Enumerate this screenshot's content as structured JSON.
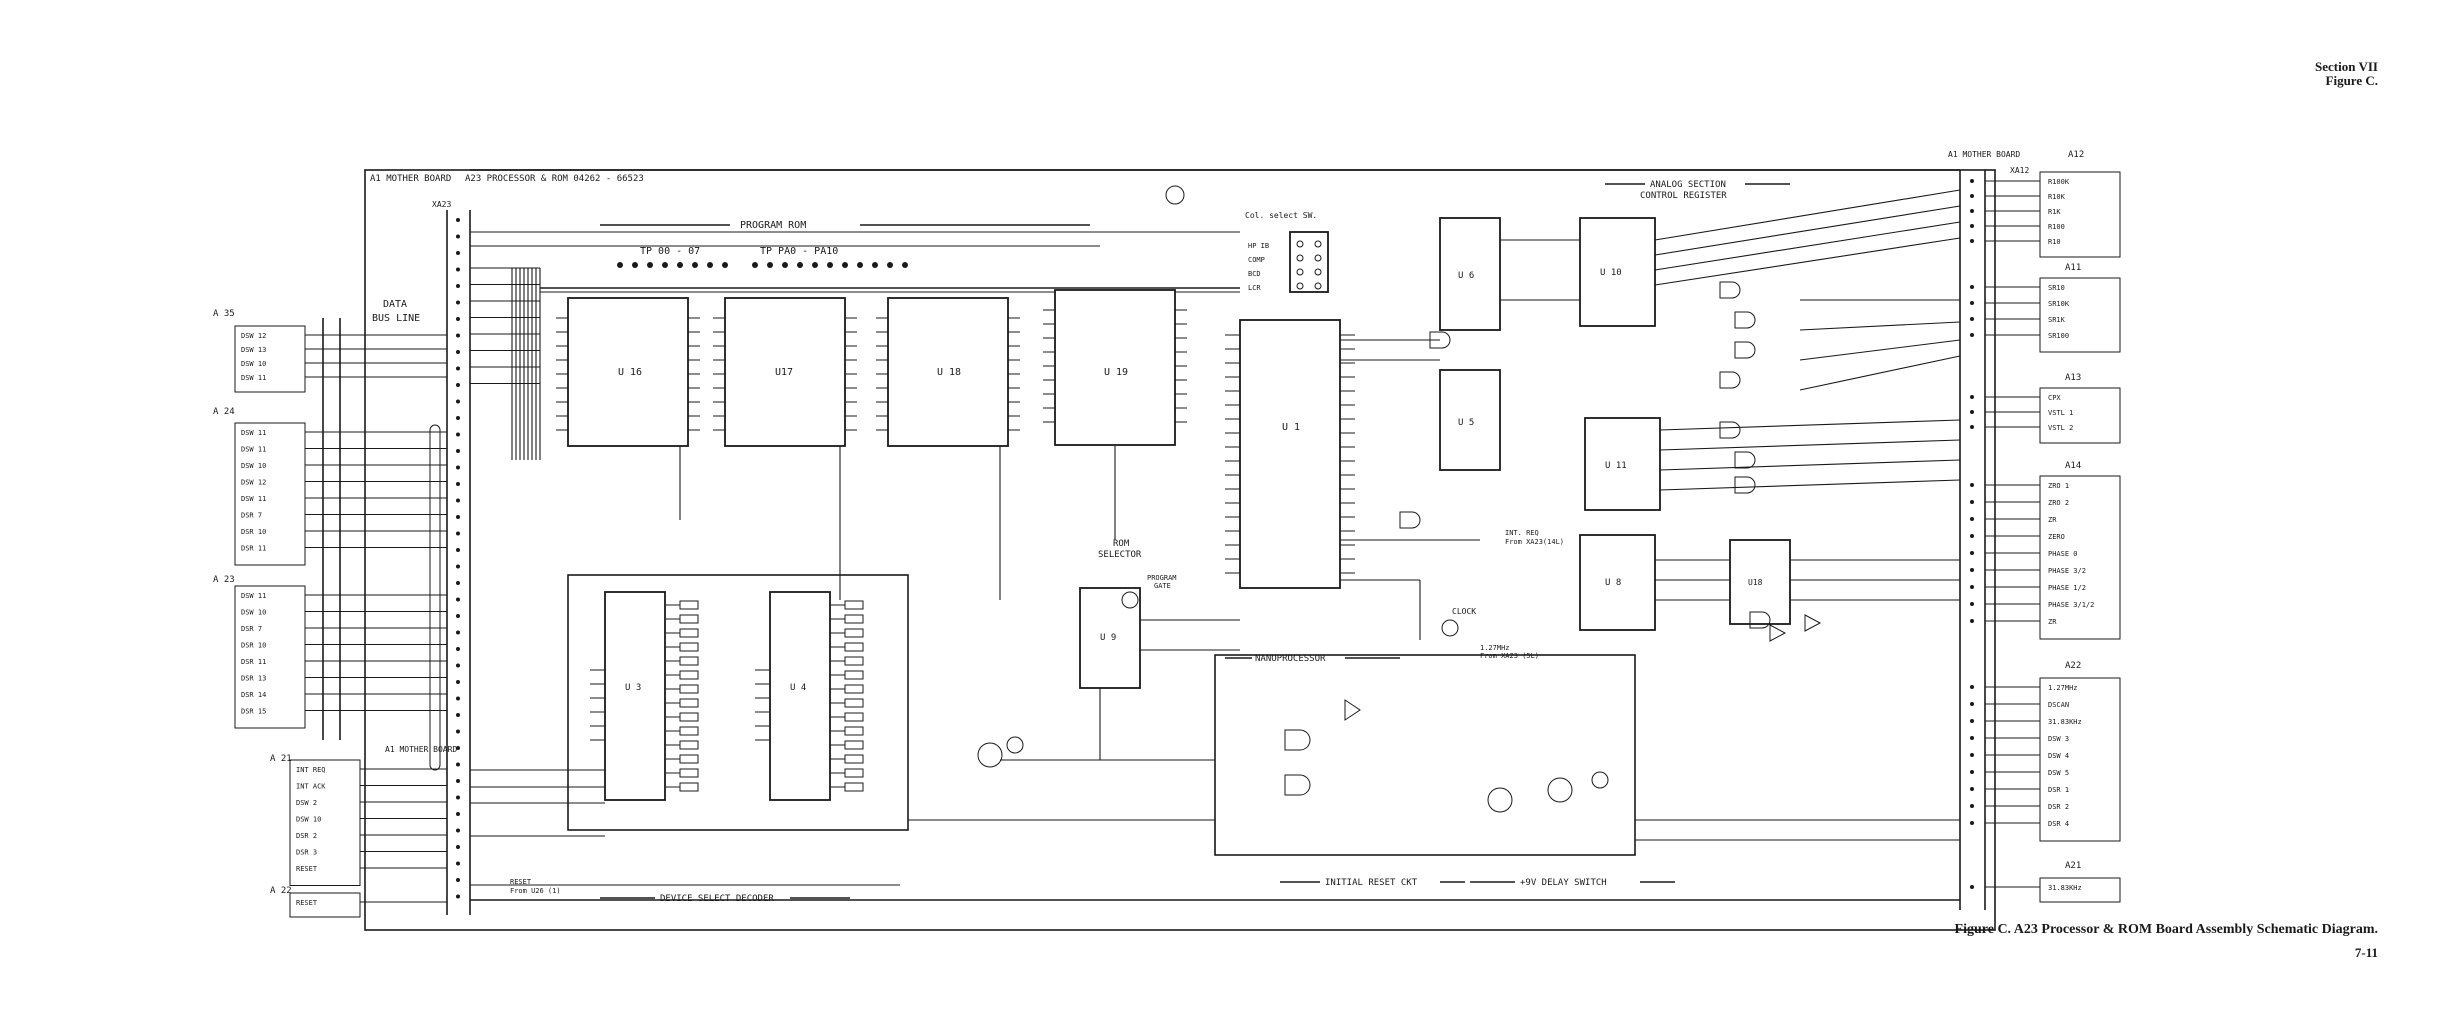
{
  "header": {
    "section": "Section VII",
    "figure": "Figure C."
  },
  "caption": "Figure C.  A23 Processor & ROM Board Assembly Schematic Diagram.",
  "page_number": "7-11",
  "labels": {
    "mother_board_top": "A1 MOTHER BOARD",
    "processor_title": "A23  PROCESSOR  &  ROM   04262 - 66523",
    "xa23": "XA23",
    "data_bus": "DATA",
    "bus_line": "BUS LINE",
    "program_rom": "PROGRAM  ROM",
    "tp_00_07": "TP  00 - 07",
    "tp_pa0_pa10": "TP  PA0 - PA10",
    "u16": "U 16",
    "u17": "U17",
    "u18": "U 18",
    "u19": "U 19",
    "u1": "U 1",
    "u3": "U 3",
    "u4": "U 4",
    "u6": "U 6",
    "u5": "U 5",
    "u8": "U 8",
    "u9": "U 9",
    "u10": "U 10",
    "u11": "U 11",
    "rom_selector_1": "ROM",
    "rom_selector_2": "SELECTOR",
    "program_gate_1": "PROGRAM",
    "program_gate_2": "GATE",
    "clock": "CLOCK",
    "nanoprocessor": "NANOPROCESSOR",
    "analog_1": "ANALOG  SECTION",
    "analog_2": "CONTROL  REGISTER",
    "mother_board_right": "A1 MOTHER BOARD",
    "xa12": "XA12",
    "a12": "A12",
    "a11": "A11",
    "a13": "A13",
    "a14": "A14",
    "a22": "A22",
    "a21r": "A21",
    "a35": "A 35",
    "a24": "A 24",
    "a23l": "A 23",
    "a21": "A 21",
    "a22l": "A 22",
    "mother_board_bottom": "A1 MOTHER BOARD",
    "device_select": "DEVICE  SELECT  DECODER",
    "initial_reset": "INITIAL  RESET  CKT",
    "delay_switch": "+9V  DELAY  SWITCH",
    "col_select": "Col. select SW.",
    "int_req_note": "INT. REQ",
    "int_req_from": "From XA23(14L)",
    "clk_note": "1.27MHz",
    "clk_from": "From XA23 (5L)",
    "reset_note": "RESET",
    "reset_from": "From U26 (1)"
  },
  "left_ports": {
    "a35": [
      "DSW 12",
      "DSW 13",
      "DSW 10",
      "DSW 11"
    ],
    "a24": [
      "DSW 11",
      "DSW 11",
      "DSW 10",
      "DSW 12",
      "DSW 11",
      "DSR 7",
      "DSR 10",
      "DSR 11"
    ],
    "a23": [
      "DSW 11",
      "DSW 10",
      "DSR 7",
      "DSR 10",
      "DSR 11",
      "DSR 13",
      "DSR 14",
      "DSR 15"
    ],
    "a21": [
      "INT REQ",
      "INT ACK",
      "DSW 2",
      "DSW 10",
      "DSR 2",
      "DSR 3",
      "RESET"
    ],
    "a22": [
      "RESET"
    ]
  },
  "right_ports": {
    "a12": [
      "R100K",
      "R10K",
      "R1K",
      "R100",
      "R10"
    ],
    "a11": [
      "SR10",
      "SR10K",
      "SR1K",
      "SR100"
    ],
    "a13": [
      "CPX",
      "VSTL 1",
      "VSTL 2"
    ],
    "a14": [
      "ZRO 1",
      "ZRO 2",
      "ZR",
      "ZERO",
      "PHASE 0",
      "PHASE 3/2",
      "PHASE 1/2",
      "PHASE 3/1/2",
      "ZR"
    ],
    "a22": [
      "1.27MHz",
      "DSCAN",
      "31.83KHz",
      "DSW 3",
      "DSW 4",
      "DSW 5",
      "DSR 1",
      "DSR 2",
      "DSR 4"
    ],
    "a21": [
      "31.83KHz"
    ]
  },
  "switch_positions": [
    "HP IB",
    "COMP",
    "BCD",
    "LCR"
  ]
}
